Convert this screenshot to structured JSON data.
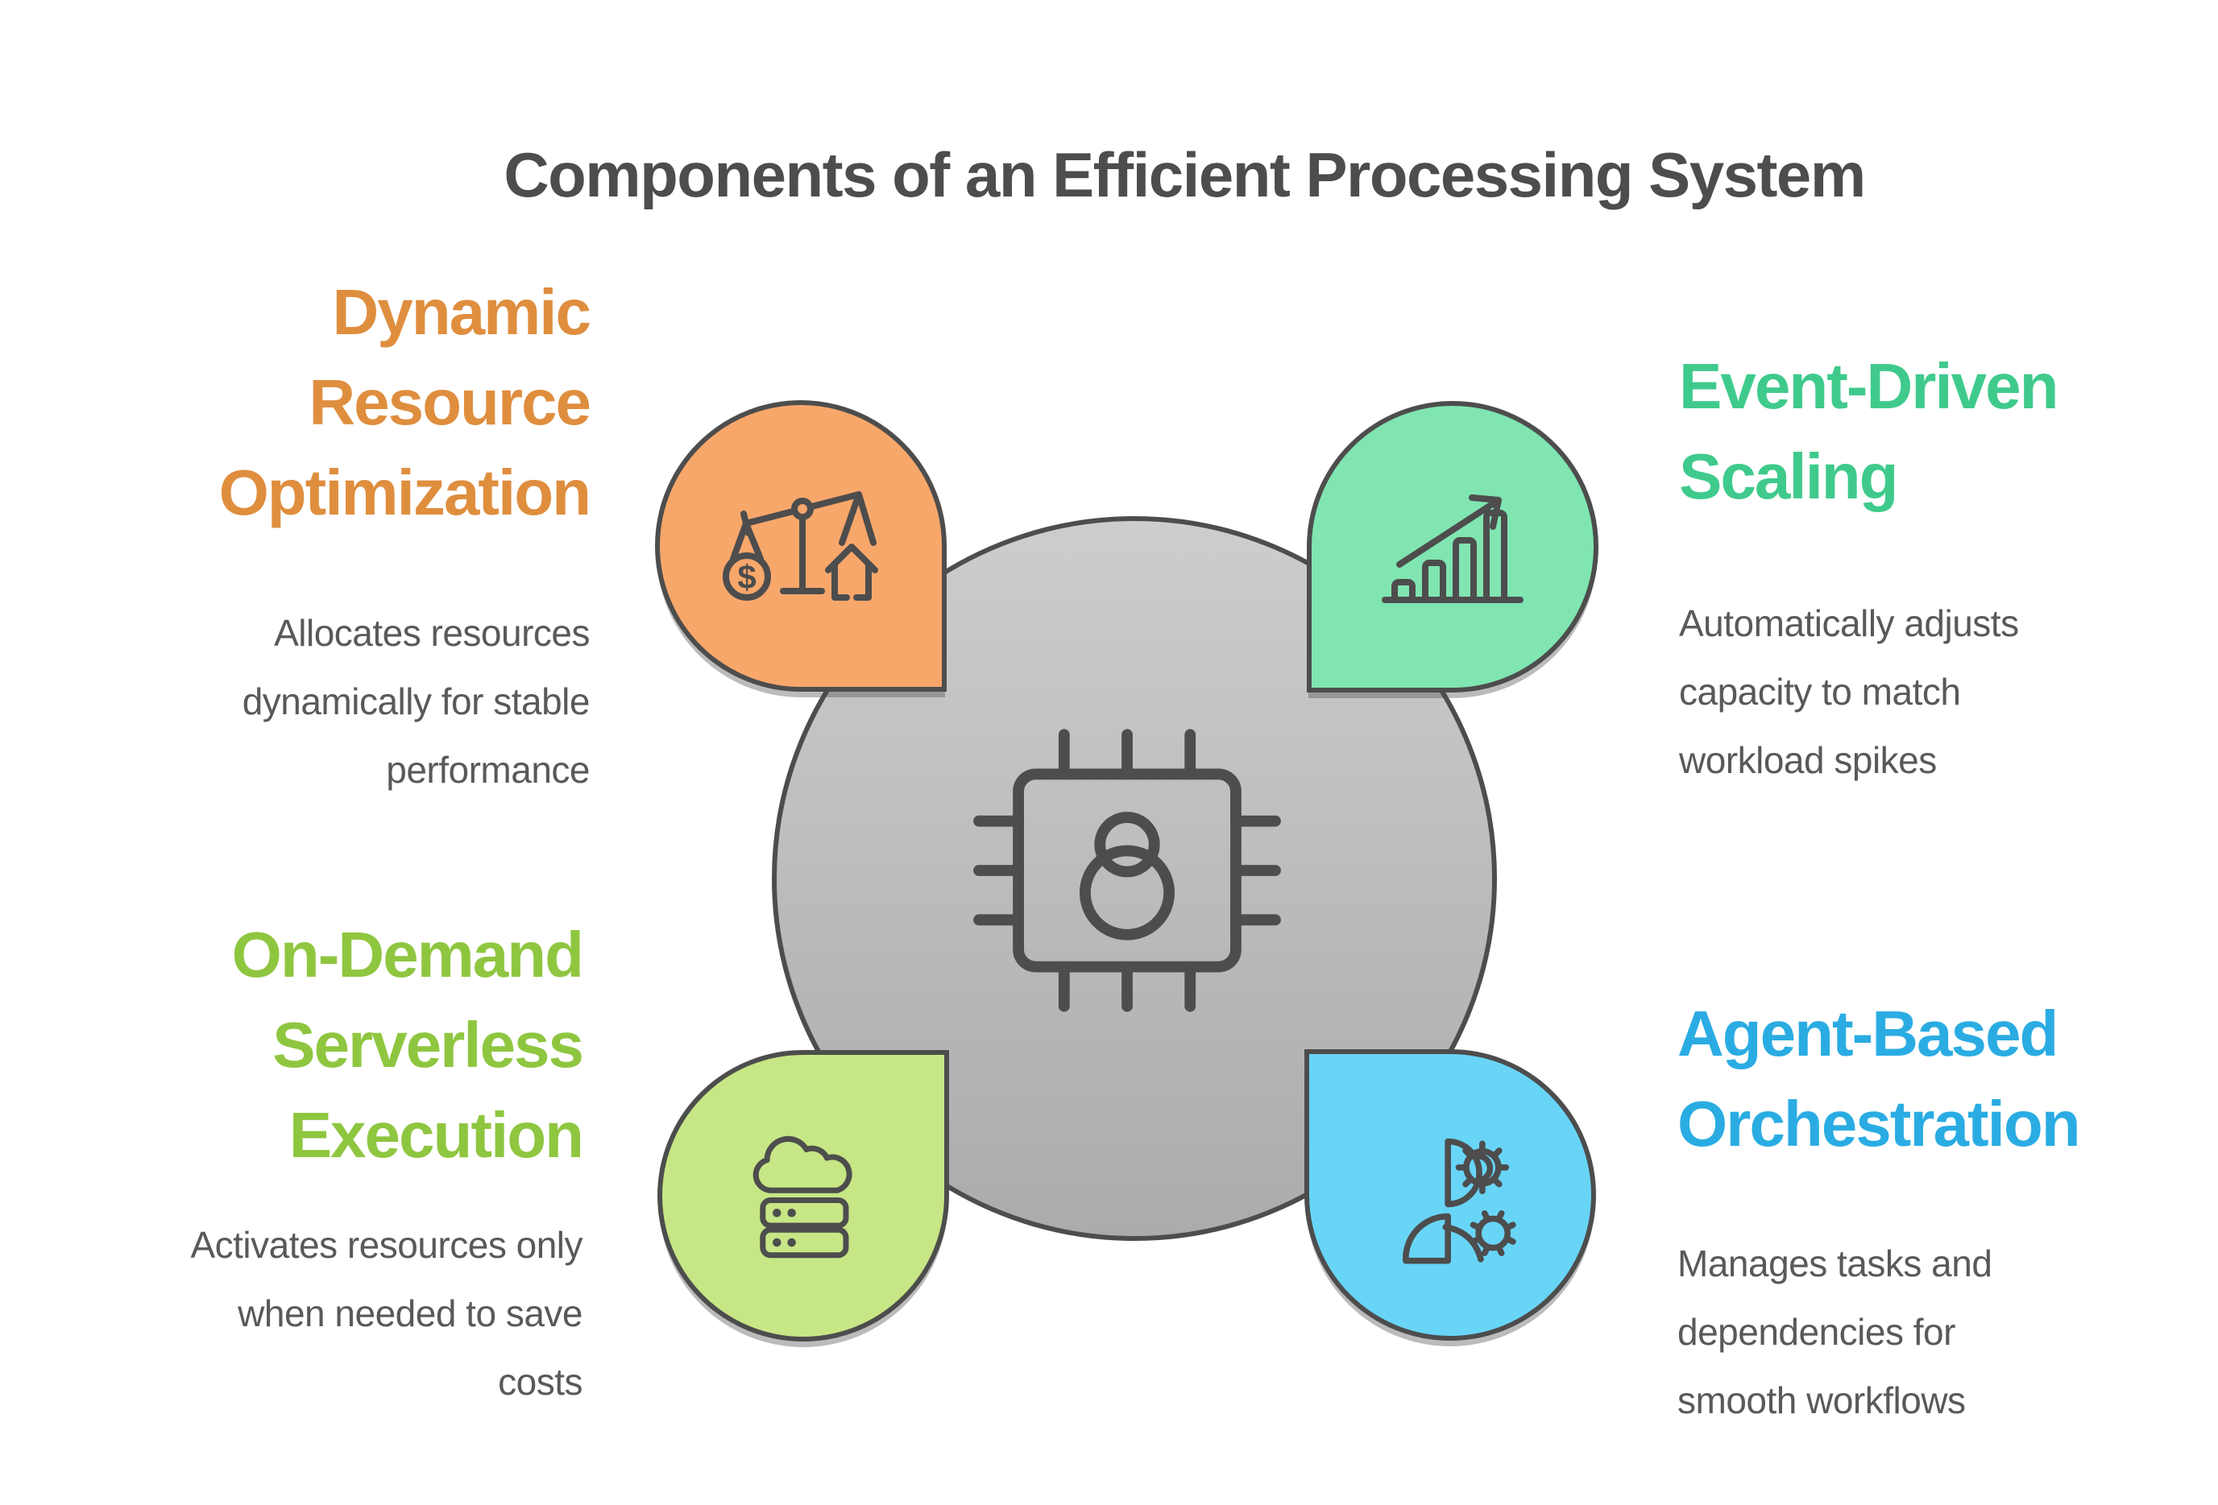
{
  "title": "Components of an Efficient Processing System",
  "colors": {
    "background": "#FFFFFF",
    "stroke": "#4D4D4D",
    "title-text": "#4D4D4F",
    "body-text": "#58595B",
    "circle-top": "#CDCDCD",
    "circle-bottom": "#ABABAB",
    "orange-fill": "#F8A76B",
    "orange-heading": "#DF8E3E",
    "green-fill": "#80E5B1",
    "green-heading": "#3FCA8C",
    "lime-fill": "#C7E685",
    "lime-heading": "#8FC640",
    "blue-fill": "#68D5F7",
    "blue-heading": "#2AACE3"
  },
  "center": {
    "icon": "cpu-chip-user-icon"
  },
  "quadrants": {
    "top_left": {
      "heading_lines": [
        "Dynamic",
        "Resource",
        "Optimization"
      ],
      "desc_lines": [
        "Allocates resources",
        "dynamically for stable",
        "performance"
      ],
      "icon": "balance-scale-icon",
      "icon_dollar": "$"
    },
    "top_right": {
      "heading_lines": [
        "Event-Driven",
        "Scaling"
      ],
      "desc_lines": [
        "Automatically adjusts",
        "capacity to match",
        "workload spikes"
      ],
      "icon": "growth-chart-arrow-icon"
    },
    "bottom_left": {
      "heading_lines": [
        "On-Demand",
        "Serverless",
        "Execution"
      ],
      "desc_lines": [
        "Activates resources only",
        "when needed to save",
        "costs"
      ],
      "icon": "cloud-server-icon"
    },
    "bottom_right": {
      "heading_lines": [
        "Agent-Based",
        "Orchestration"
      ],
      "desc_lines": [
        "Manages tasks and",
        "dependencies for",
        "smooth workflows"
      ],
      "icon": "person-gears-icon"
    }
  }
}
